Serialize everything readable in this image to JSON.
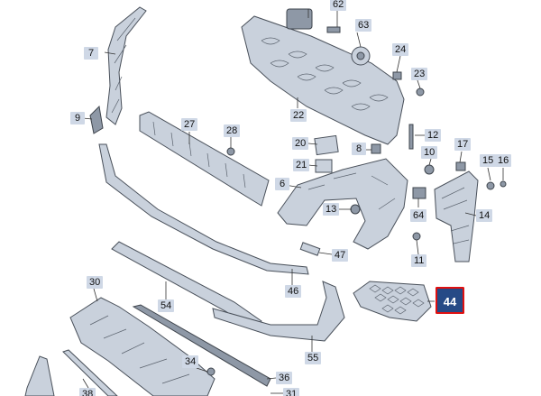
{
  "diagram": {
    "highlighted_label": "44",
    "callouts": [
      {
        "id": "c62",
        "number": "62"
      },
      {
        "id": "c63",
        "number": "63"
      },
      {
        "id": "c7",
        "number": "7"
      },
      {
        "id": "c24",
        "number": "24"
      },
      {
        "id": "c23",
        "number": "23"
      },
      {
        "id": "c9",
        "number": "9"
      },
      {
        "id": "c27",
        "number": "27"
      },
      {
        "id": "c22",
        "number": "22"
      },
      {
        "id": "c12",
        "number": "12"
      },
      {
        "id": "c28",
        "number": "28"
      },
      {
        "id": "c20",
        "number": "20"
      },
      {
        "id": "c8",
        "number": "8"
      },
      {
        "id": "c10",
        "number": "10"
      },
      {
        "id": "c17",
        "number": "17"
      },
      {
        "id": "c21",
        "number": "21"
      },
      {
        "id": "c15",
        "number": "15"
      },
      {
        "id": "c16",
        "number": "16"
      },
      {
        "id": "c6",
        "number": "6"
      },
      {
        "id": "c13",
        "number": "13"
      },
      {
        "id": "c64",
        "number": "64"
      },
      {
        "id": "c14",
        "number": "14"
      },
      {
        "id": "c47",
        "number": "47"
      },
      {
        "id": "c11",
        "number": "11"
      },
      {
        "id": "c30",
        "number": "30"
      },
      {
        "id": "c46",
        "number": "46"
      },
      {
        "id": "c54",
        "number": "54"
      },
      {
        "id": "c55",
        "number": "55"
      },
      {
        "id": "c34",
        "number": "34"
      },
      {
        "id": "c36",
        "number": "36"
      },
      {
        "id": "c38",
        "number": "38"
      },
      {
        "id": "c31",
        "number": "31"
      }
    ]
  }
}
